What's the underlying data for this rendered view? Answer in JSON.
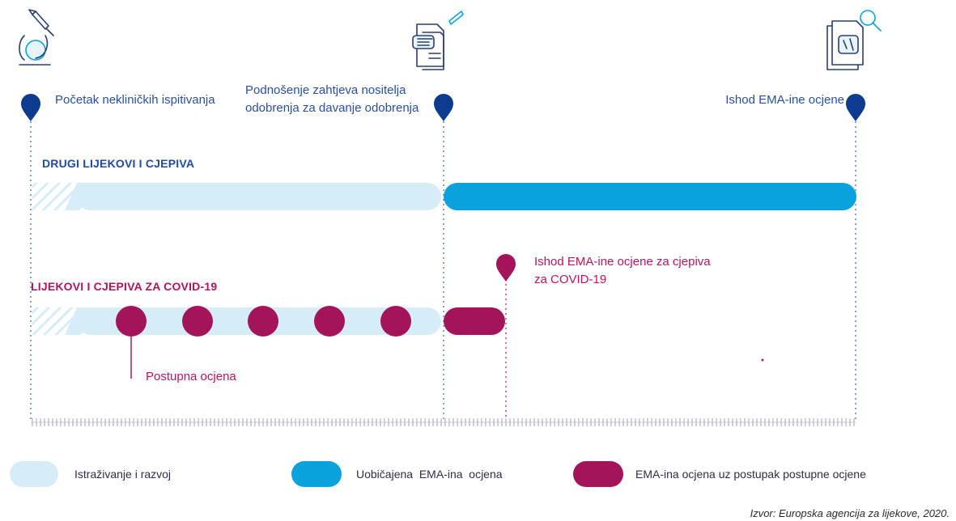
{
  "milestones": {
    "start": "Početak nekliničkih ispitivanja",
    "submission": "Podnošenje zahtjeva nositelja odobrenja za davanje odobrenja",
    "outcome": "Ishod EMA-ine ocjene"
  },
  "tracks": {
    "other": "DRUGI LIJEKOVI I CJEPIVA",
    "covid": "LIJEKOVI I CJEPIVA ZA COVID-19"
  },
  "annotations": {
    "covid_outcome": "Ishod EMA-ine ocjene za cjepiva za COVID-19",
    "rolling": "Postupna ocjena"
  },
  "legend": {
    "rd": "Istraživanje i razvoj",
    "standard": "Uobičajena  EMA-ina  ocjena",
    "rolling": "EMA-ina ocjena uz postupak postupne ocjene"
  },
  "colors": {
    "navy": "#0d3b8e",
    "light_blue": "#d6ecf7",
    "blue": "#0aa2dd",
    "magenta": "#a3145a"
  },
  "icons": [
    "microscope-icon",
    "document-pen-icon",
    "document-search-icon"
  ],
  "source": "Izvor: Europska agencija za lijekove, 2020."
}
